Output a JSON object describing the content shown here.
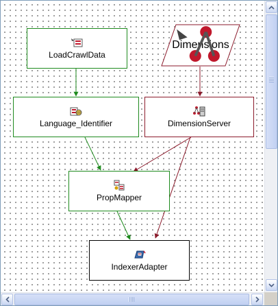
{
  "nodes": {
    "load_crawl_data": {
      "label": "LoadCrawlData",
      "icon": "record-adapter-icon"
    },
    "dimensions": {
      "label": "Dimensions",
      "icon": "dimension-adapter-icon"
    },
    "language_identifier": {
      "label": "Language_Identifier",
      "icon": "language-identifier-icon"
    },
    "dimension_server": {
      "label": "DimensionServer",
      "icon": "dimension-server-icon"
    },
    "prop_mapper": {
      "label": "PropMapper",
      "icon": "property-mapper-icon"
    },
    "indexer_adapter": {
      "label": "IndexerAdapter",
      "icon": "indexer-adapter-icon"
    }
  },
  "edges": [
    {
      "from": "LoadCrawlData",
      "to": "Language_Identifier",
      "color": "#1e8a1e"
    },
    {
      "from": "Dimensions",
      "to": "DimensionServer",
      "color": "#8b1a2b"
    },
    {
      "from": "Language_Identifier",
      "to": "PropMapper",
      "color": "#1e8a1e"
    },
    {
      "from": "DimensionServer",
      "to": "PropMapper",
      "color": "#8b1a2b"
    },
    {
      "from": "DimensionServer",
      "to": "IndexerAdapter",
      "color": "#8b1a2b"
    },
    {
      "from": "PropMapper",
      "to": "IndexerAdapter",
      "color": "#1e8a1e"
    }
  ],
  "colors": {
    "record_flow": "#1e8a1e",
    "dimension_flow": "#8b1a2b",
    "canvas_dots": "#6b6b6b",
    "scrollbar": "#c1d0f2"
  },
  "scrollbars": {
    "vertical": {
      "up_icon": "arrow-up-icon",
      "down_icon": "arrow-down-icon"
    },
    "horizontal": {
      "left_icon": "arrow-left-icon",
      "right_icon": "arrow-right-icon"
    }
  }
}
